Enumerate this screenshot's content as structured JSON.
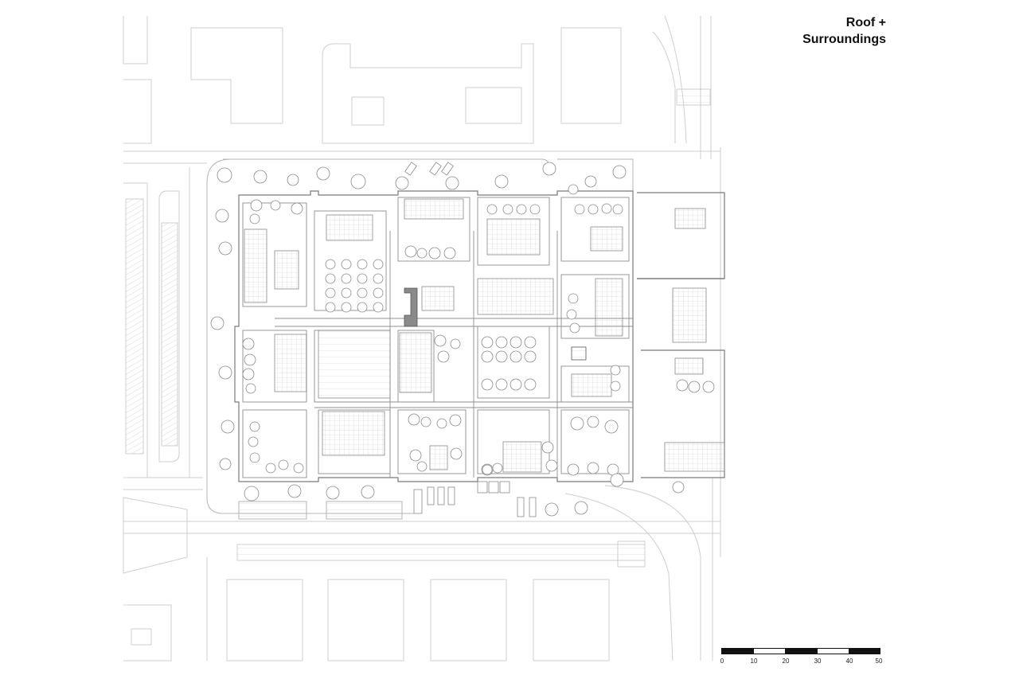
{
  "title": {
    "line1": "Roof +",
    "line2": "Surroundings"
  },
  "scale_bar": {
    "ticks": [
      "0",
      "10",
      "20",
      "30",
      "40",
      "50"
    ],
    "segment_fill": [
      "#111111",
      "#ffffff",
      "#111111",
      "#ffffff",
      "#111111"
    ]
  },
  "colors": {
    "line": "#9a9a9a",
    "light_line": "#c8c8c8",
    "dark_line": "#444444",
    "accent_block": "#8a8a8a"
  }
}
